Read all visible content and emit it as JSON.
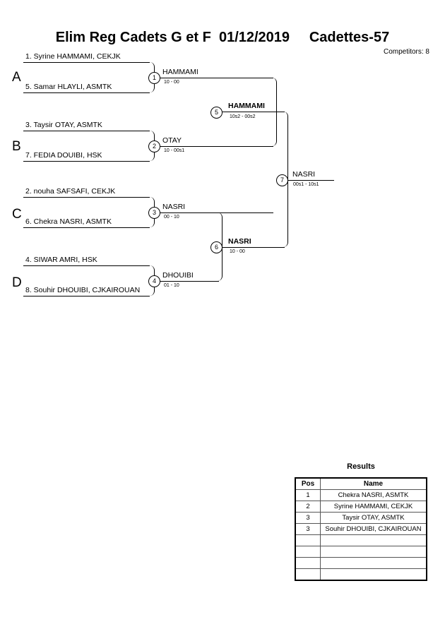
{
  "header": {
    "title": "Elim Reg Cadets G et F  01/12/2019     Cadettes-57",
    "competitors": "Competitors: 8"
  },
  "groups": [
    {
      "letter": "A"
    },
    {
      "letter": "B"
    },
    {
      "letter": "C"
    },
    {
      "letter": "D"
    }
  ],
  "entries": [
    {
      "label": "1. Syrine HAMMAMI, CEKJK"
    },
    {
      "label": "5. Samar HLAYLI, ASMTK"
    },
    {
      "label": "3. Taysir OTAY, ASMTK"
    },
    {
      "label": "7. FEDIA DOUIBI, HSK"
    },
    {
      "label": "2. nouha SAFSAFI, CEKJK"
    },
    {
      "label": "6. Chekra NASRI, ASMTK"
    },
    {
      "label": "4. SIWAR AMRI, HSK"
    },
    {
      "label": "8. Souhir DHOUIBI, CJKAIROUAN"
    }
  ],
  "matches": [
    {
      "number": "1",
      "winner": "HAMMAMI",
      "score": "10 - 00"
    },
    {
      "number": "2",
      "winner": "OTAY",
      "score": "10 - 00s1"
    },
    {
      "number": "3",
      "winner": "NASRI",
      "score": "00 - 10"
    },
    {
      "number": "4",
      "winner": "DHOUIBI",
      "score": "01 - 10"
    },
    {
      "number": "5",
      "winner": "HAMMAMI",
      "score": "10s2 - 00s2"
    },
    {
      "number": "6",
      "winner": "NASRI",
      "score": "10 - 00"
    },
    {
      "number": "7",
      "winner": "NASRI",
      "score": "00s1 - 10s1"
    }
  ],
  "results": {
    "title": "Results",
    "columns": [
      "Pos",
      "Name"
    ],
    "rows": [
      {
        "pos": "1",
        "name": "Chekra NASRI, ASMTK"
      },
      {
        "pos": "2",
        "name": "Syrine HAMMAMI, CEKJK"
      },
      {
        "pos": "3",
        "name": "Taysir OTAY, ASMTK"
      },
      {
        "pos": "3",
        "name": "Souhir DHOUIBI, CJKAIROUAN"
      },
      {
        "pos": "",
        "name": ""
      },
      {
        "pos": "",
        "name": ""
      },
      {
        "pos": "",
        "name": ""
      },
      {
        "pos": "",
        "name": ""
      }
    ]
  }
}
